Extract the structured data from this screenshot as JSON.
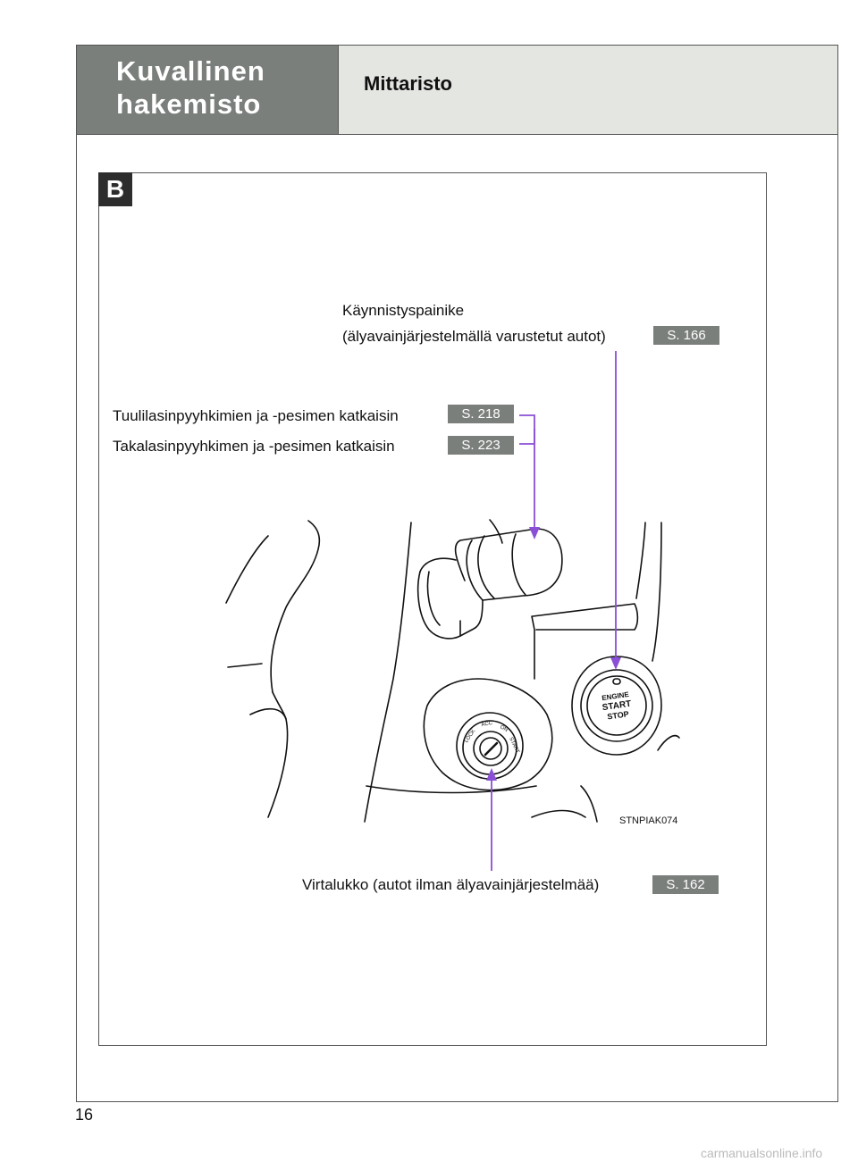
{
  "header": {
    "section_title": "Kuvallinen\nhakemisto",
    "page_title": "Mittaristo"
  },
  "section_badge": "B",
  "callouts": {
    "start_button": {
      "label_line1": "Käynnistyspainike",
      "label_line2": "(älyavainjärjestelmällä varustetut autot)",
      "ref": "S. 166"
    },
    "windshield_wiper": {
      "label": "Tuulilasinpyyhkimien ja -pesimen katkaisin",
      "ref": "S. 218"
    },
    "rear_wiper": {
      "label": "Takalasinpyyhkimen ja -pesimen katkaisin",
      "ref": "S. 223"
    },
    "ignition": {
      "label": "Virtalukko (autot ilman älyavainjärjestelmää)",
      "ref": "S. 162"
    }
  },
  "illustration": {
    "code": "STNPIAK074",
    "start_button_text": [
      "ENGINE",
      "START",
      "STOP"
    ],
    "lock_positions": [
      "LOCK",
      "ACC",
      "ON",
      "START"
    ],
    "arrow_color": "#8a4fd6"
  },
  "page_number": "16",
  "footer": "carmanualsonline.info"
}
